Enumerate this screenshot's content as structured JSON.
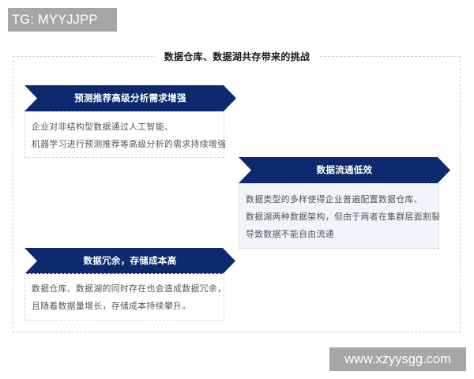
{
  "watermarks": {
    "top": "TG: MYYJJPP",
    "bottom": "www.xzyysgg.com"
  },
  "diagram": {
    "title": "数据仓库、数据湖共存带来的挑战",
    "colors": {
      "banner": "#0e2a6e",
      "banner_text": "#ffffff",
      "body_text": "#555555",
      "shaded_box": "#f1f4f8",
      "dashed_border": "#cfcfcf"
    },
    "challenges": [
      {
        "heading": "预测推荐高级分析需求增强",
        "lines": [
          "企业对非结构型数据通过人工智能、",
          "机器学习进行预测推荐等高级分析的需求持续增强"
        ]
      },
      {
        "heading": "数据流通低效",
        "lines": [
          "数据类型的多样使得企业普遍配置数据仓库、",
          "数据湖两种数据架构，但由于两者在集群层面割裂",
          "导致数据不能自由流通"
        ]
      },
      {
        "heading": "数据冗余，存储成本高",
        "lines": [
          "数据仓库、数据湖的同时存在也会造成数据冗余，",
          "且随着数据量增长，存储成本持续攀升。"
        ]
      }
    ]
  }
}
